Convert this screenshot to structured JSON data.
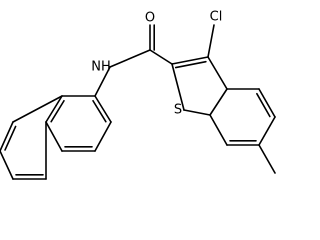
{
  "molecule": {
    "atoms": {
      "oxygen": "O",
      "chlorine": "Cl",
      "amide_nitrogen": "NH",
      "sulfur": "S"
    }
  }
}
